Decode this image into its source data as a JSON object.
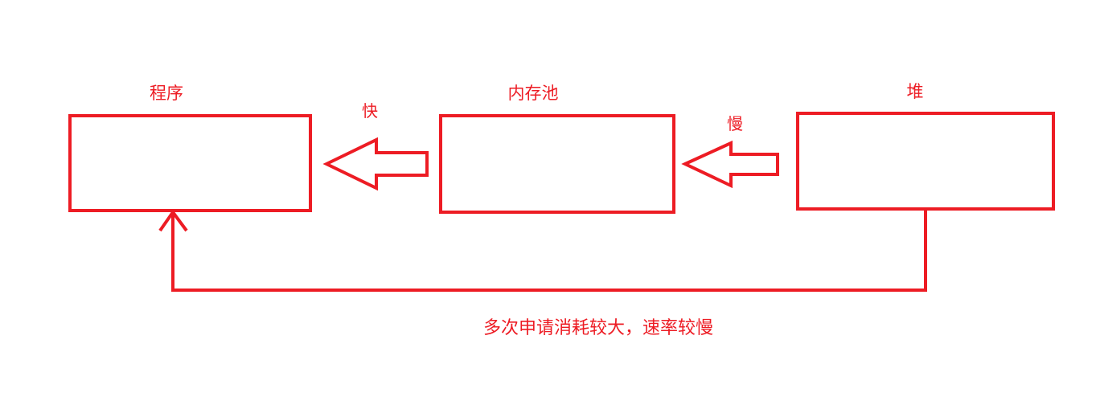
{
  "diagram": {
    "accent_color": "#ED1C24",
    "background_color": "#FFFFFF",
    "nodes": [
      {
        "id": "program",
        "label": "程序"
      },
      {
        "id": "memory_pool",
        "label": "内存池"
      },
      {
        "id": "heap",
        "label": "堆"
      }
    ],
    "edges": [
      {
        "id": "pool-to-program",
        "label": "快",
        "from": "memory_pool",
        "to": "program",
        "style": "block-arrow"
      },
      {
        "id": "heap-to-pool",
        "label": "慢",
        "from": "heap",
        "to": "memory_pool",
        "style": "block-arrow"
      },
      {
        "id": "heap-to-program",
        "label": "多次申请消耗较大，速率较慢",
        "from": "heap",
        "to": "program",
        "style": "line-arrow"
      }
    ],
    "caption": "多次申请消耗较大，速率较慢"
  }
}
